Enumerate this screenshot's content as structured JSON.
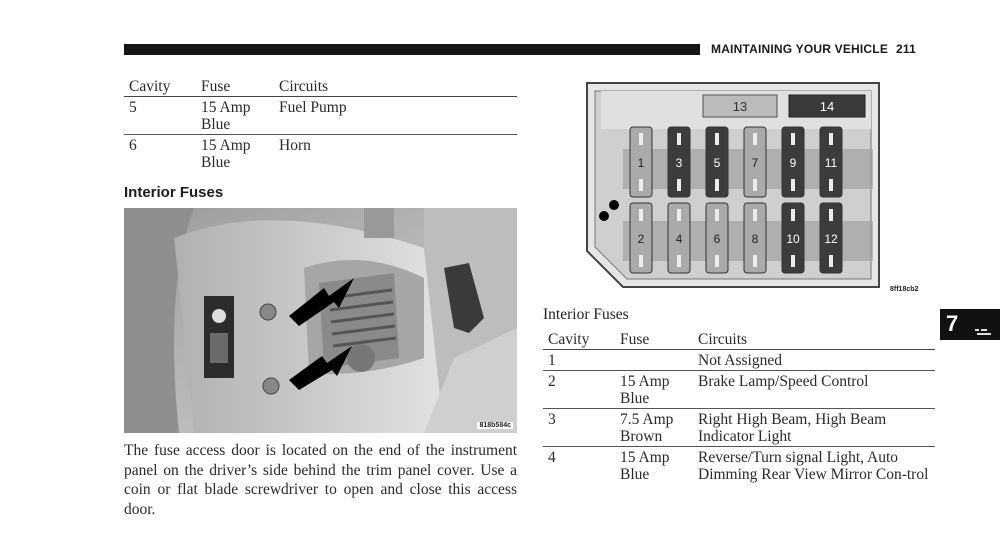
{
  "header": {
    "section_title": "MAINTAINING YOUR VEHICLE",
    "page_number": "211"
  },
  "table_top": {
    "headers": {
      "cavity": "Cavity",
      "fuse": "Fuse",
      "circuits": "Circuits"
    },
    "rows": [
      {
        "cavity": "5",
        "fuse": "15 Amp",
        "color": "Blue",
        "circuits": "Fuel Pump"
      },
      {
        "cavity": "6",
        "fuse": "15 Amp",
        "color": "Blue",
        "circuits": "Horn"
      }
    ]
  },
  "interior_heading": "Interior Fuses",
  "photo": {
    "code": "818b584c"
  },
  "body_text": "The fuse access door is located on the end of the instrument panel on the driver’s side behind the trim panel cover. Use a coin or flat blade screwdriver to open and close this access door.",
  "fuse_panel": {
    "code": "8ff18cb2",
    "top_fuse_labels": [
      "13",
      "14"
    ],
    "upper_row": [
      "1",
      "3",
      "5",
      "7",
      "9",
      "11"
    ],
    "lower_row": [
      "2",
      "4",
      "6",
      "8",
      "10",
      "12"
    ]
  },
  "table_interior": {
    "caption": "Interior Fuses",
    "headers": {
      "cavity": "Cavity",
      "fuse": "Fuse",
      "circuits": "Circuits"
    },
    "rows": [
      {
        "cavity": "1",
        "fuse": "",
        "color": "",
        "circuits": "Not Assigned"
      },
      {
        "cavity": "2",
        "fuse": "15 Amp",
        "color": "Blue",
        "circuits": "Brake Lamp/Speed Control"
      },
      {
        "cavity": "3",
        "fuse": "7.5 Amp",
        "color": "Brown",
        "circuits": "Right High Beam, High Beam Indicator Light"
      },
      {
        "cavity": "4",
        "fuse": "15 Amp",
        "color": "Blue",
        "circuits": "Reverse/Turn signal Light, Auto Dimming Rear View Mirror Con-trol"
      }
    ]
  },
  "chapter_tab": {
    "number": "7"
  }
}
